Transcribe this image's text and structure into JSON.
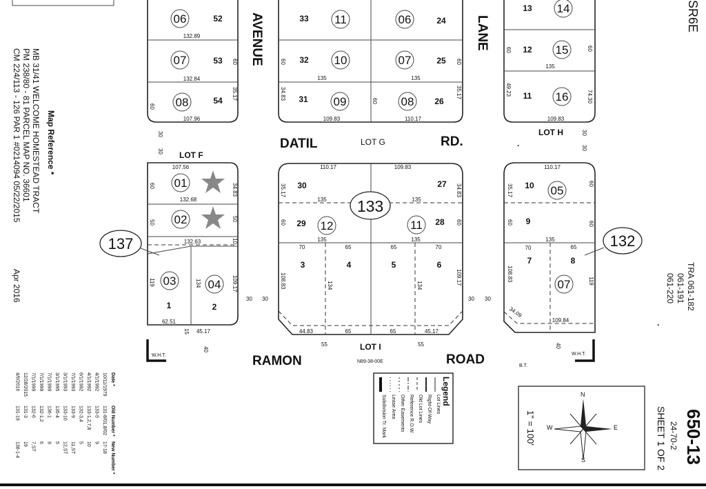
{
  "map": {
    "code": "SR6E",
    "book_page": "650-13",
    "book_sub": "24-70-2",
    "sheet": "SHEET 1 OF 2",
    "date": "Apr 2016",
    "scale": "1\" = 100'",
    "tra": [
      "TRA 061-182",
      "061-191",
      "061-220"
    ],
    "compass": {
      "n": "N",
      "e": "E",
      "s": "S",
      "w": "W"
    }
  },
  "references": {
    "title": "Map Reference *",
    "lines": [
      "MB 31/41 WELCOME HOMESTEAD TRACT",
      "PM 238/80 - 81 PARCEL MAP NO. 36601",
      "CM 224/113 - 126 PAR 1 #0214094 05/22/2015"
    ]
  },
  "streets": {
    "avenue": "AVENUE",
    "lane": "LANE",
    "datil": "DATIL",
    "rd": "RD.",
    "ramon": "RAMON",
    "road": "ROAD"
  },
  "lots": {
    "f": "LOT F",
    "g": "LOT G",
    "h": "LOT H",
    "i": "LOT I"
  },
  "page_refs": {
    "p137": "137",
    "p133": "133",
    "p132": "132"
  },
  "bearing": "N89-38-00E",
  "marks": {
    "wht": "W.H.T.",
    "bt": "B.T."
  },
  "parcels": [
    "01",
    "02",
    "03",
    "04",
    "05",
    "06",
    "07",
    "08",
    "09",
    "10",
    "11",
    "12",
    "14",
    "15",
    "16"
  ],
  "legend": {
    "title": "Legend",
    "items": [
      "Lot Lines",
      "Right-Of-Way",
      "Old Lot Lines",
      "Reference R.O.W.",
      "Other Easements",
      "Lease Area",
      "Subdivision Tr. Mark"
    ]
  },
  "history": {
    "headers": [
      "Date *",
      "Old Number *",
      "New Number *"
    ],
    "rows": [
      [
        "10/11/1979",
        "131-8/01,8/02",
        "17-18"
      ],
      [
        "4/1/1992",
        "133-5",
        "9"
      ],
      [
        "4/1/1992",
        "133-1,2,7,8",
        "10"
      ],
      [
        "6/1/1992",
        "132-3,4",
        "5"
      ],
      [
        "7/1/1993",
        "133-9",
        "11,ST"
      ],
      [
        "3/1/1993",
        "133-10",
        "12,ST"
      ],
      [
        "3/1/1995",
        "135-4",
        "5"
      ],
      [
        "7/1/1999",
        "136-1",
        "9"
      ],
      [
        "7/1/1999",
        "132-1,2",
        "6"
      ],
      [
        "7/1/1999",
        "132-6",
        "7,ST"
      ],
      [
        "12/28/2015",
        "131-3",
        "19"
      ],
      [
        "4/6/2016",
        "131-19",
        "138-1-4"
      ]
    ]
  },
  "block_labels": {
    "b52": "52",
    "b53": "53",
    "b54": "54",
    "b33": "33",
    "b32": "32",
    "b31": "31",
    "b24": "24",
    "b25": "25",
    "b26": "26",
    "b13": "13",
    "b12": "12",
    "b11": "11",
    "b30": "30",
    "b29": "29",
    "b27": "27",
    "b28": "28",
    "b10": "10",
    "b9": "9",
    "b7": "7",
    "b8": "8",
    "b3": "3",
    "b4": "4",
    "b5": "5",
    "b6": "6",
    "b1": "1",
    "b2": "2"
  },
  "dims": {
    "d13289": "132.89",
    "d13284": "132.84",
    "d10796": "107.96",
    "d60": "60",
    "d3517": "35.17",
    "d30": "30",
    "d135": "135",
    "d3483": "34.83",
    "d10983": "109.83",
    "d11017": "110.17",
    "d4923": "49.23",
    "d7430": "74.30",
    "d10756": "107.56",
    "d13268": "132.68",
    "d50": "50",
    "d13263": "132.63",
    "d10": "10",
    "d119": "119",
    "d134": "134",
    "d10917": "109.17",
    "d6251": "62.51",
    "d15": "15",
    "d4517": "45.17",
    "d40": "40",
    "d70": "70",
    "d65": "65",
    "d10883": "108.83",
    "d4483": "44.83",
    "d55": "55",
    "d3409": "34.09",
    "d10984": "109.84"
  }
}
